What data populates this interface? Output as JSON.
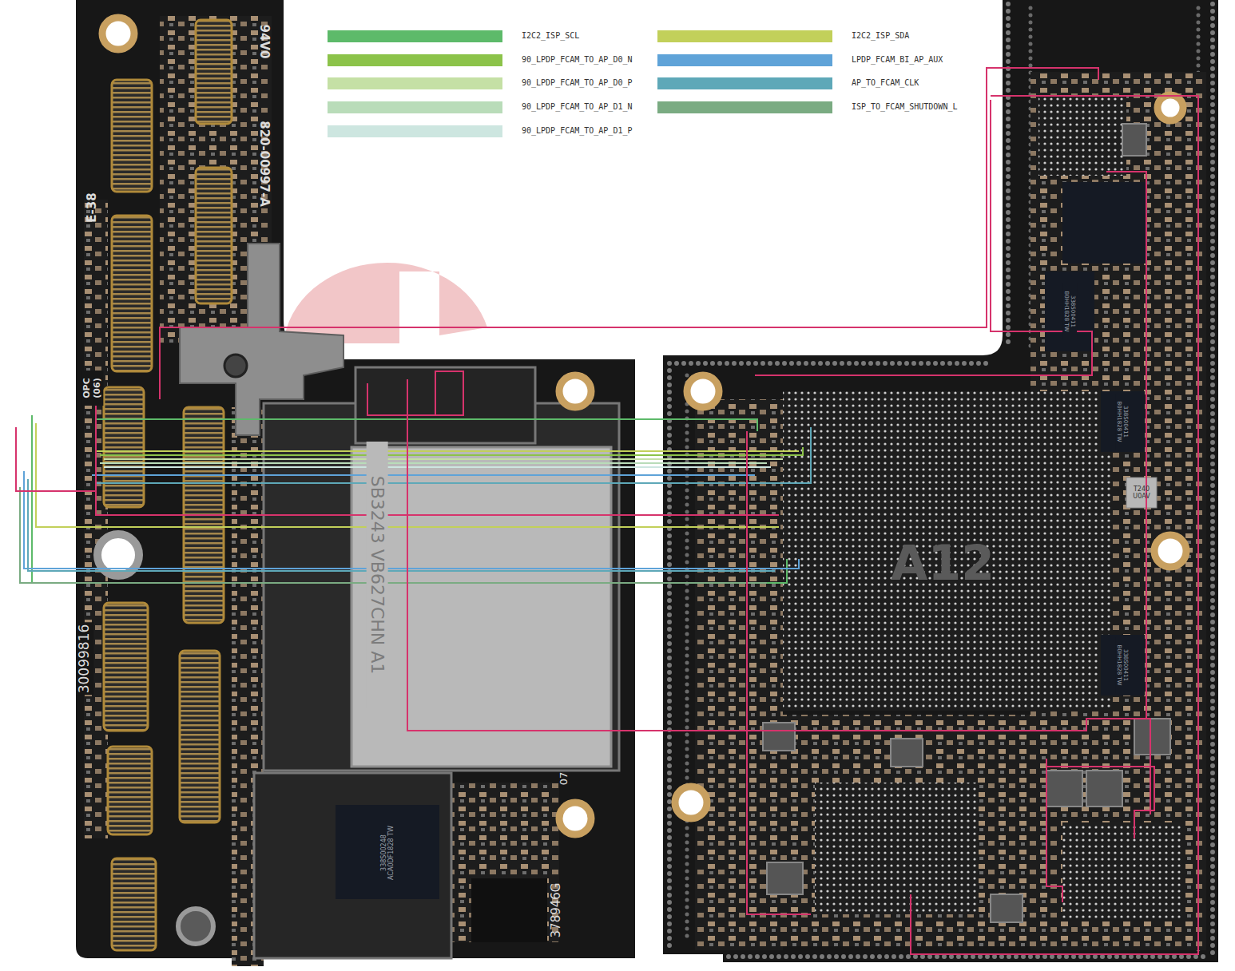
{
  "diagram": {
    "labels": [
      "94V0",
      "820-00997-A",
      "E-38",
      "OPC (06)",
      "30099816",
      "07",
      "378946G",
      "SB3243 VB627CHN A1",
      "338S00248 ACA0DF1828 TW",
      "338S00411 B0HH1828 TW",
      "338S00411 B0HH1828 TW",
      "338S00411 B0HH1828 TW",
      "T240 U0AV",
      "A12"
    ],
    "legend": [
      {
        "text": "I2C2_ISP_SCL",
        "color": "#5dba6a"
      },
      {
        "text": "90_LPDP_FCAM_TO_AP_D0_N",
        "color": "#8cc34a"
      },
      {
        "text": "90_LPDP_FCAM_TO_AP_D0_P",
        "color": "#c5e0a5"
      },
      {
        "text": "90_LPDP_FCAM_TO_AP_D1_N",
        "color": "#b9dcb9"
      },
      {
        "text": "90_LPDP_FCAM_TO_AP_D1_P",
        "color": "#cde6e0"
      },
      {
        "text": "I2C2_ISP_SDA",
        "color": "#c2d05a"
      },
      {
        "text": "LPDP_FCAM_BI_AP_AUX",
        "color": "#5fa3d8"
      },
      {
        "text": "AP_TO_FCAM_CLK",
        "color": "#5ea8b8"
      },
      {
        "text": "ISP_TO_FCAM_SHUTDOWN_L",
        "color": "#7aab82"
      }
    ]
  }
}
